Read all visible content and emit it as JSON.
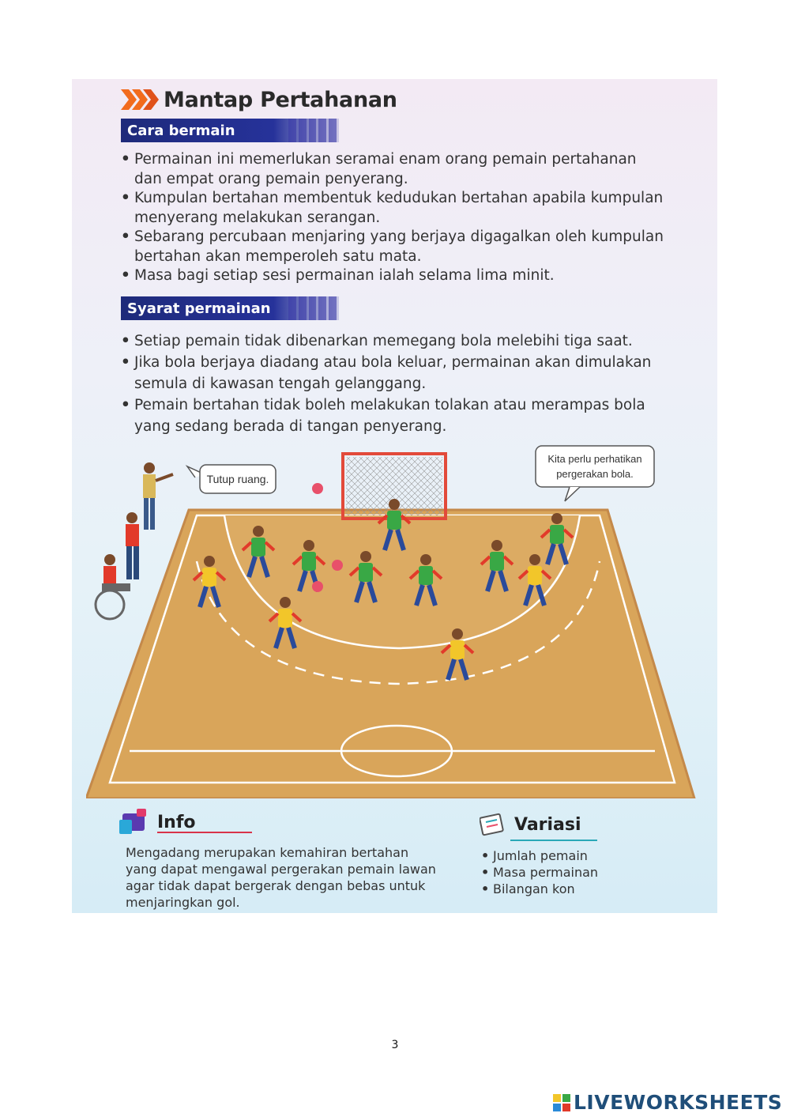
{
  "title": "Mantap Pertahanan",
  "section1": {
    "heading": "Cara bermain",
    "bullets": [
      "Permainan ini memerlukan seramai enam orang pemain pertahanan dan empat orang pemain penyerang.",
      "Kumpulan bertahan membentuk kedudukan bertahan apabila kumpulan menyerang melakukan serangan.",
      "Sebarang percubaan menjaring yang berjaya digagalkan oleh kumpulan bertahan akan memperoleh satu mata.",
      "Masa bagi setiap sesi permainan ialah selama lima minit."
    ]
  },
  "section2": {
    "heading": "Syarat permainan",
    "bullets": [
      "Setiap pemain tidak dibenarkan memegang bola melebihi tiga saat.",
      "Jika bola berjaya diadang atau bola keluar, permainan akan dimulakan semula di kawasan tengah gelanggang.",
      "Pemain bertahan tidak boleh melakukan tolakan atau merampas bola yang sedang berada di tangan penyerang."
    ]
  },
  "illustration": {
    "bubble_left": "Tutup ruang.",
    "bubble_right_line1": "Kita perlu perhatikan",
    "bubble_right_line2": "pergerakan bola."
  },
  "info": {
    "label": "Info",
    "text": "Mengadang merupakan kemahiran bertahan yang dapat mengawal pergerakan pemain lawan agar tidak dapat bergerak dengan bebas untuk menjaringkan gol."
  },
  "variasi": {
    "label": "Variasi",
    "items": [
      "Jumlah pemain",
      "Masa permainan",
      "Bilangan kon"
    ]
  },
  "page_number": "3",
  "brand": "LIVEWORKSHEETS",
  "colors": {
    "section_bar": "#26329a",
    "chevron": "#f26b1d",
    "court": "#d9a55a",
    "defender_vest": "#39a845",
    "attacker_vest": "#f2c62a"
  }
}
